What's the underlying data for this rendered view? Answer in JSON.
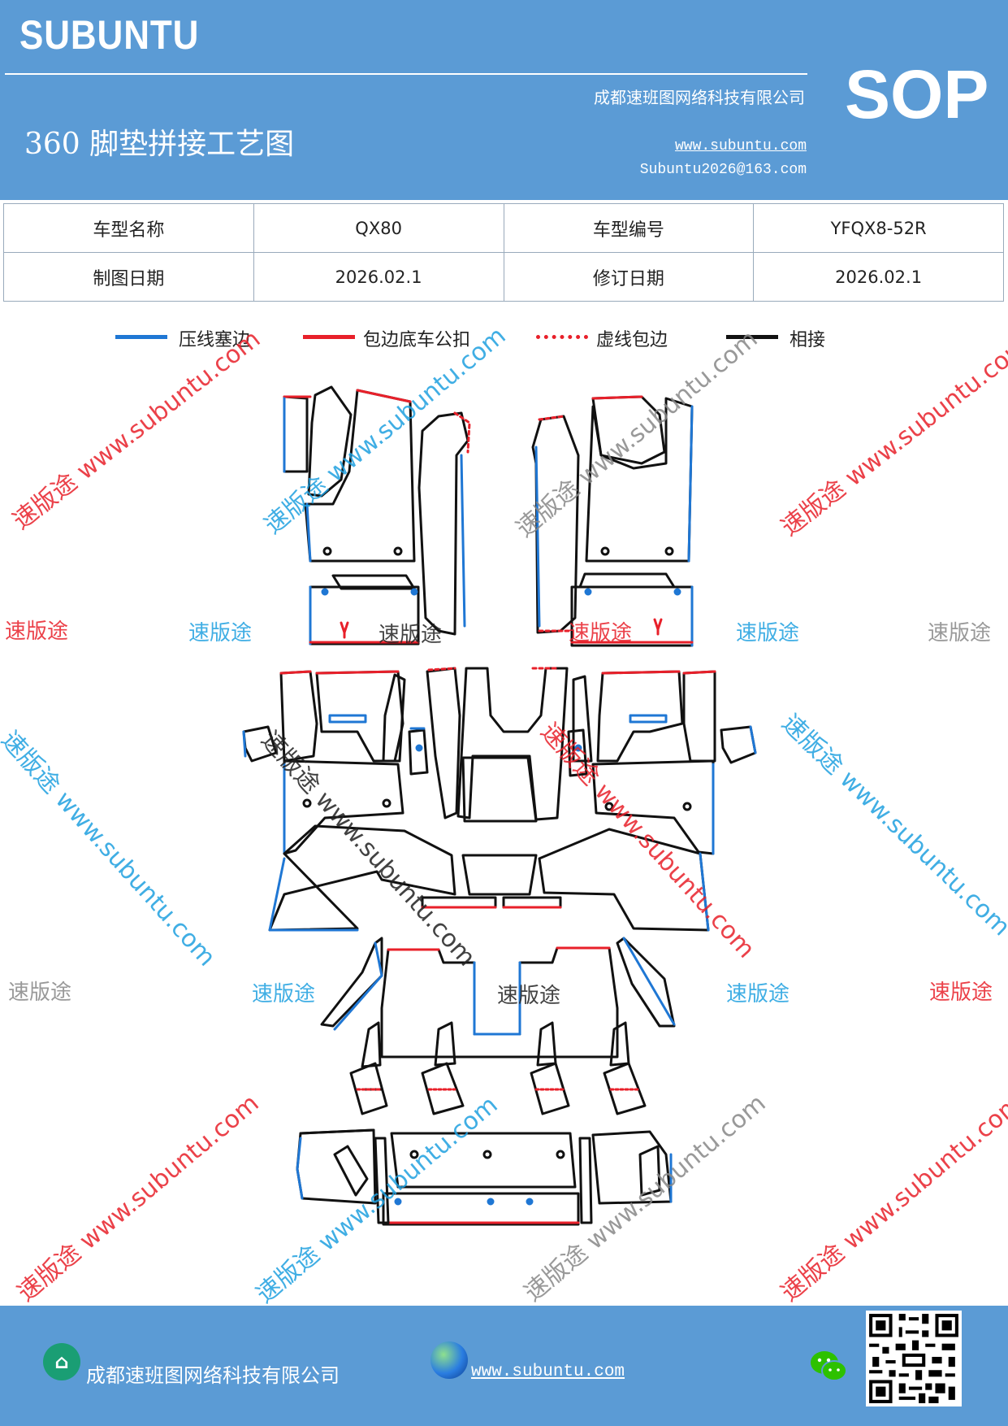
{
  "header": {
    "brand": "SUBUNTU",
    "company": "成都速班图网络科技有限公司",
    "title": "360 脚垫拼接工艺图",
    "website": "www.subuntu.com",
    "email": "Subuntu2026@163.com",
    "badge": "SOP",
    "bg_color": "#5b9bd5"
  },
  "info_table": {
    "rows": [
      [
        {
          "label": "车型名称",
          "value": "QX80"
        },
        {
          "label": "车型编号",
          "value": "YFQX8-52R"
        }
      ],
      [
        {
          "label": "制图日期",
          "value": "2026.02.1"
        },
        {
          "label": "修订日期",
          "value": "2026.02.1"
        }
      ]
    ]
  },
  "legend": [
    {
      "label": "压线塞边",
      "color": "#1f77d4",
      "style": "solid"
    },
    {
      "label": "包边底车公扣",
      "color": "#e8202a",
      "style": "solid"
    },
    {
      "label": "虚线包边",
      "color": "#e8202a",
      "style": "dotted"
    },
    {
      "label": "相接",
      "color": "#111111",
      "style": "solid"
    }
  ],
  "watermarks": {
    "brand_cn": "速版途",
    "diag_text": "速版途 www.subuntu.com",
    "colors": [
      "#e8202a",
      "#1fa0e0",
      "#888888"
    ]
  },
  "footer": {
    "icon": "building-icon",
    "company": "成都速班图网络科技有限公司",
    "globe": "globe-icon",
    "website": "www.subuntu.com",
    "wechat": "wechat-icon",
    "qr": "qr-code"
  }
}
